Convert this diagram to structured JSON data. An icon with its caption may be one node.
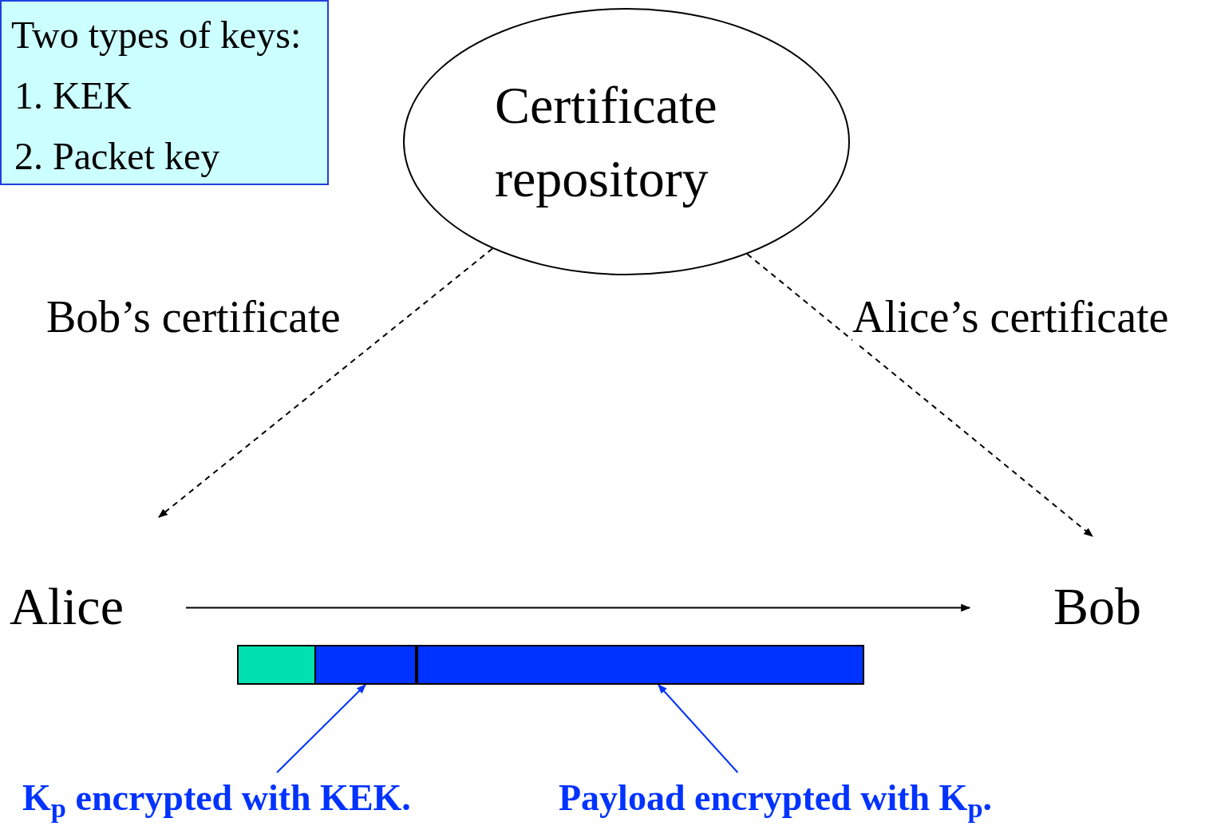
{
  "diagram": {
    "nodes": [
      {
        "text": [
          "Two types of keys:",
          "1. KEK",
          "2. Packet key"
        ]
      },
      {
        "text": [
          "Certificate repository"
        ]
      },
      {
        "text": [
          "Alice"
        ]
      },
      {
        "text": [
          "Bob"
        ]
      },
      {
        "text": [],
        "shape": "bar"
      },
      {
        "text": [],
        "shape": "bar",
        "in": 4
      },
      {
        "text": [],
        "shape": "bar",
        "in": 4
      },
      {
        "text": [
          "K$_{p}$ encrypted with KEK."
        ]
      },
      {
        "text": [
          "Payload encrypted with K$_{p}$."
        ]
      }
    ],
    "edges": [
      {
        "from": 1,
        "to": 2,
        "arrow": "to",
        "label": "Bob’s certificate",
        "style": "dashed"
      },
      {
        "from": 1,
        "to": 3,
        "arrow": "to",
        "label": "Alice’s certificate",
        "style": "dashed"
      },
      {
        "from": 2,
        "to": 3,
        "arrow": "to"
      },
      {
        "from": 7,
        "to": 5,
        "arrow": "to",
        "color": "#0033ff"
      },
      {
        "from": 8,
        "to": 6,
        "arrow": "to",
        "color": "#0033ff"
      }
    ]
  }
}
